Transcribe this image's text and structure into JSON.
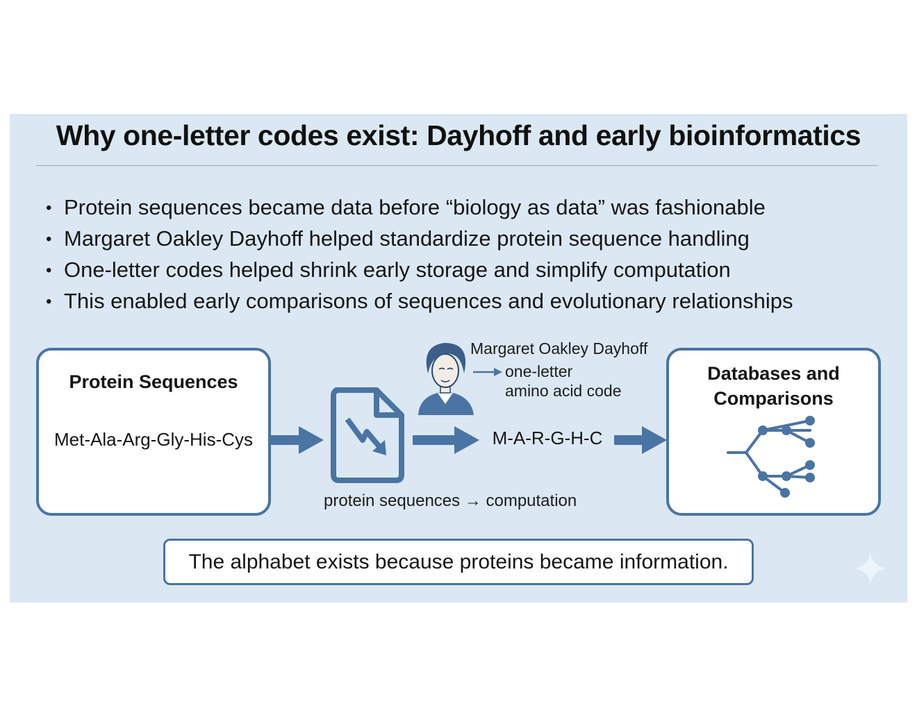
{
  "title": "Why one-letter codes exist: Dayhoff and early bioinformatics",
  "bullets": [
    "Protein sequences became data before “biology as data”  was fashionable",
    "Margaret Oakley Dayhoff helped standardize protein sequence handling",
    "One-letter codes helped shrink early storage and simplify computation",
    "This enabled early comparisons of sequences and evolutionary relationships"
  ],
  "bullet_marker": "•",
  "diagram": {
    "input_box": {
      "heading": "Protein Sequences",
      "sequence": "Met-Ala-Arg-Gly-His-Cys"
    },
    "person": {
      "name": "Margaret Oakley Dayhoff",
      "note_line1": "one-letter",
      "note_line2": "amino acid code"
    },
    "encoded_sequence": "M-A-R-G-H-C",
    "computation_caption": "protein sequences → computation",
    "output_box": {
      "heading_line1": "Databases and",
      "heading_line2": "Comparisons"
    }
  },
  "takeaway": "The alphabet exists because proteins became information.",
  "icons": [
    "document-arrow-icon",
    "portrait-icon",
    "tree-icon",
    "arrow-right-icon",
    "sparkle-icon"
  ],
  "colors": {
    "background": "#dbe8f3",
    "accent": "#4a74a3",
    "box_fill": "#ffffff",
    "text": "#141414"
  }
}
